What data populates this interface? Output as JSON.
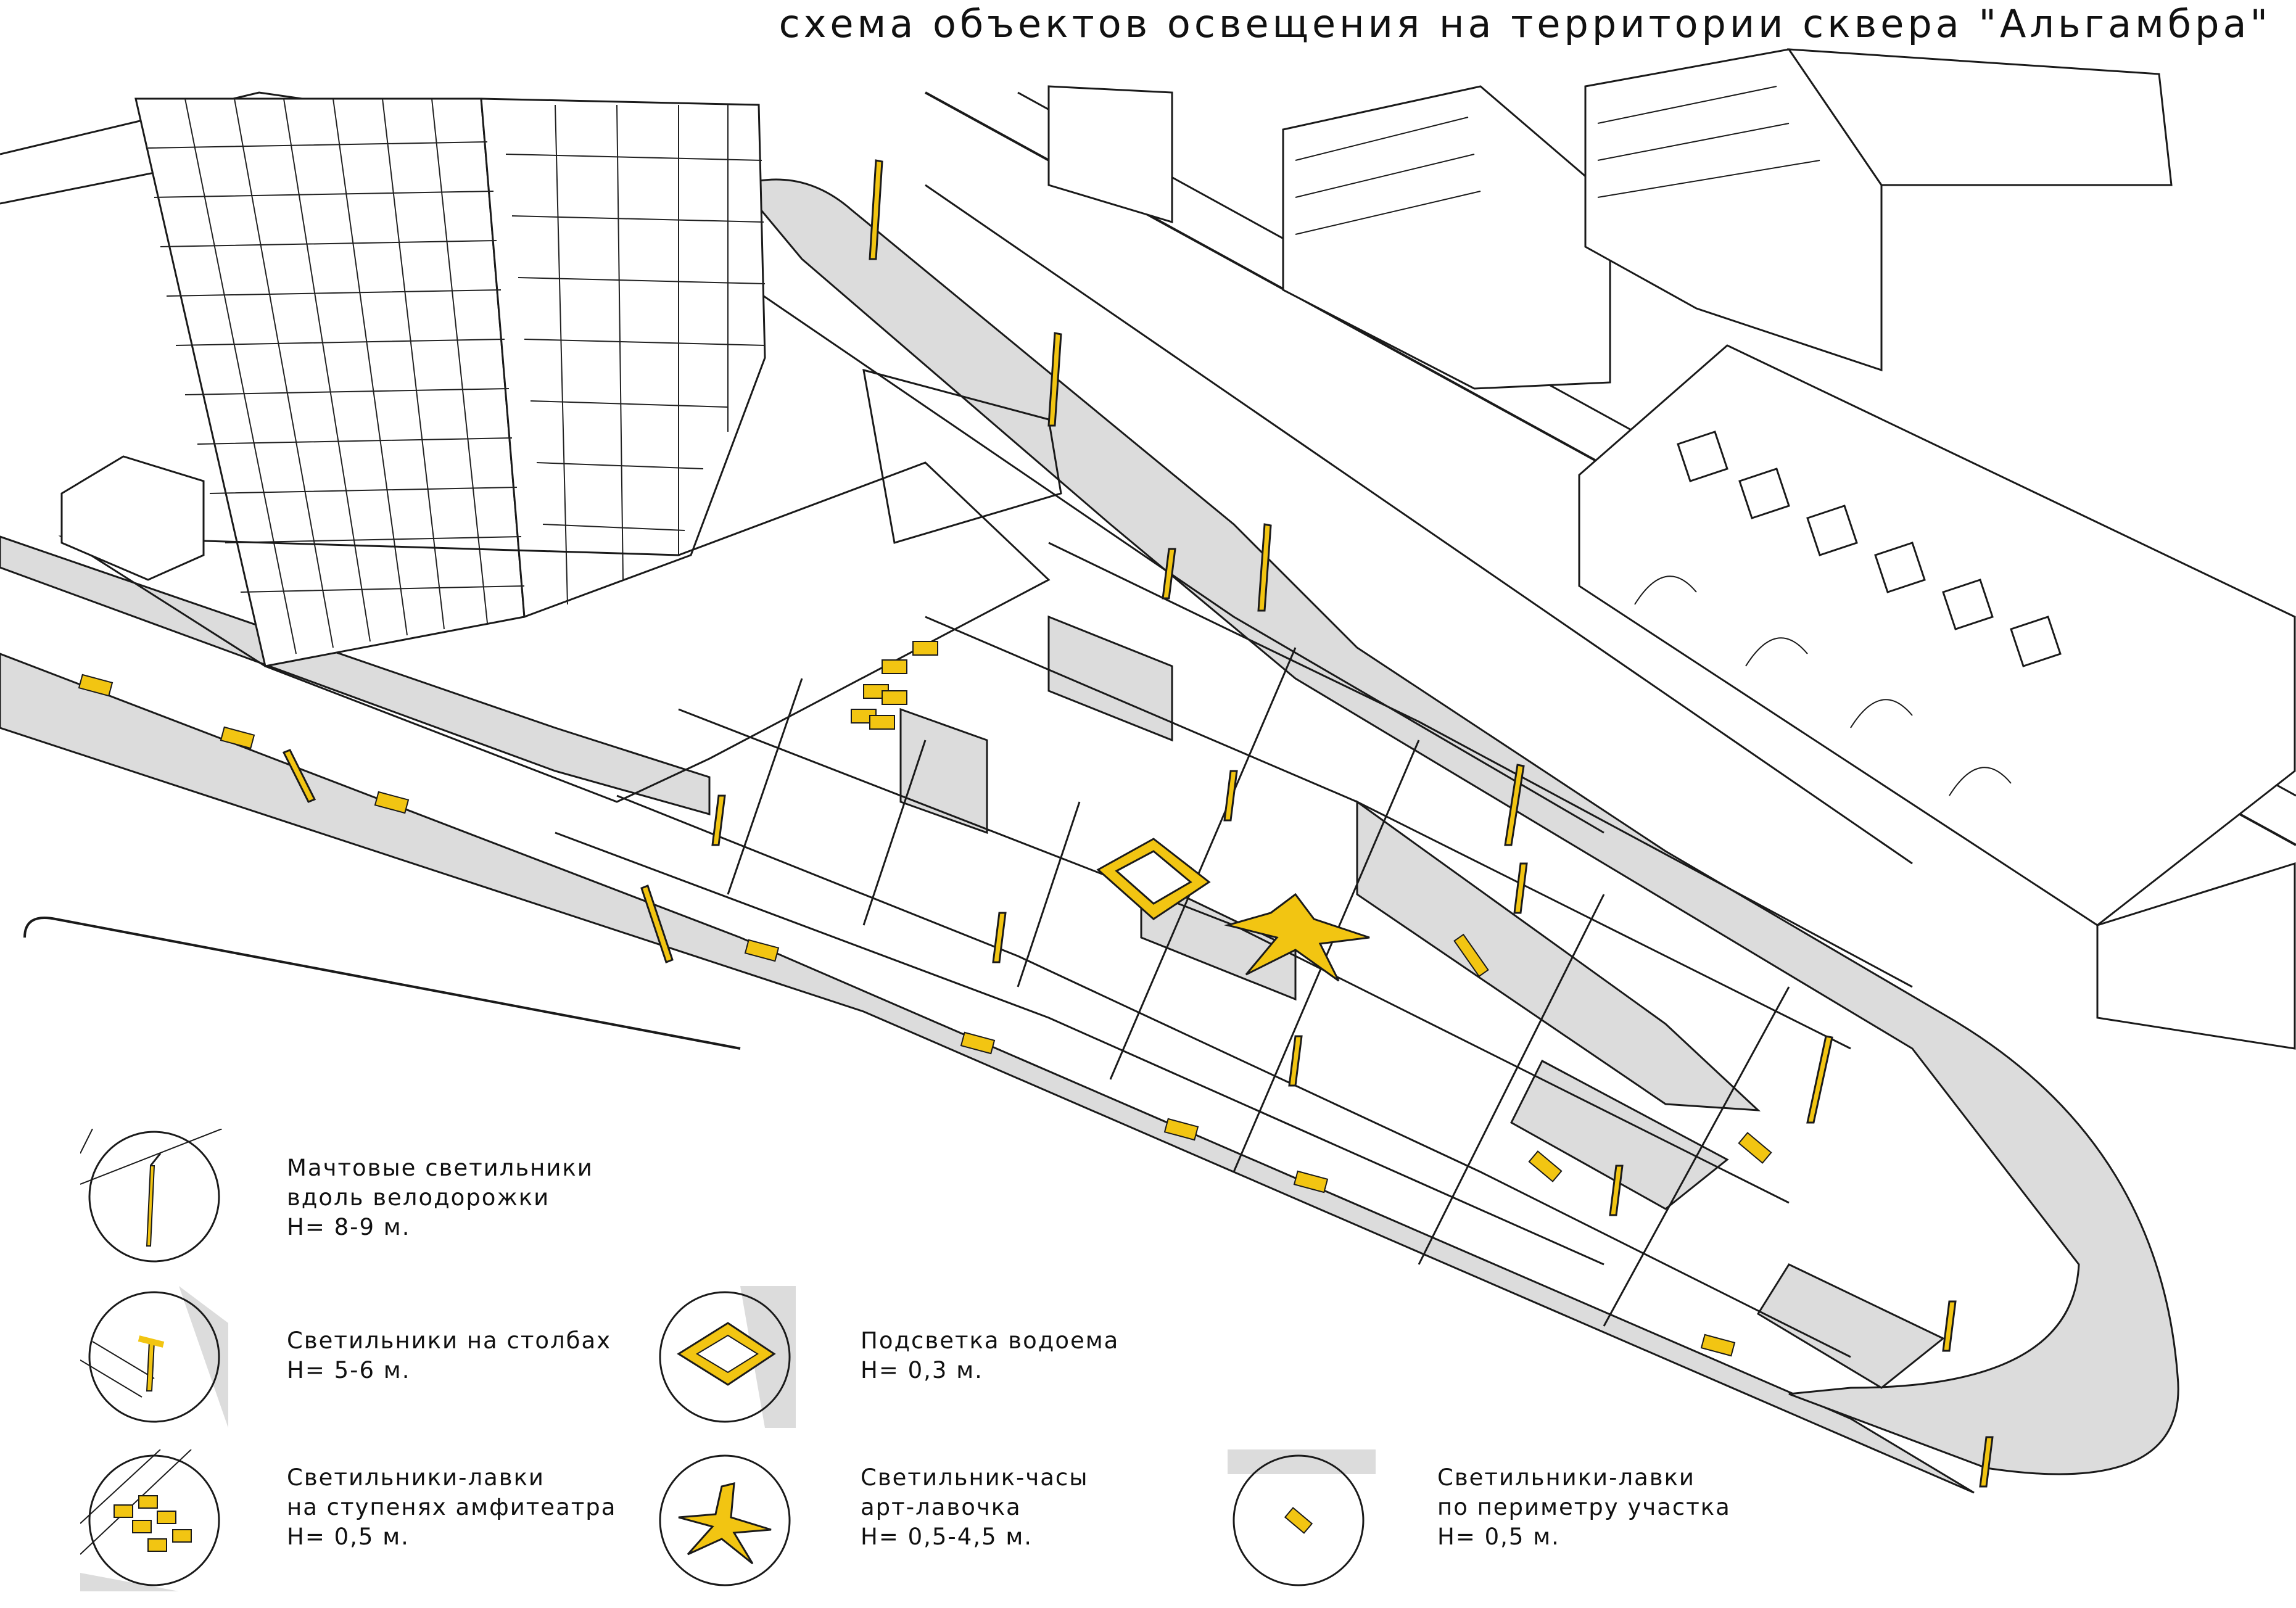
{
  "title": "схема объектов освещения на территории сквера \"Альгамбра\"",
  "colors": {
    "accent": "#F2C512",
    "pavement": "#DCDCDC",
    "line": "#1A1A1A",
    "background": "#FFFFFF"
  },
  "legend": [
    {
      "icon": "mast-light-icon",
      "lines": [
        "Мачтовые светильники",
        "вдоль велодорожки",
        "Н= 8-9 м."
      ]
    },
    {
      "icon": "pole-light-icon",
      "lines": [
        "Светильники на столбах",
        "Н= 5-6 м."
      ]
    },
    {
      "icon": "pond-light-icon",
      "lines": [
        "Подсветка водоема",
        "Н= 0,3 м."
      ]
    },
    {
      "icon": "amphitheater-bench-light-icon",
      "lines": [
        "Светильники-лавки",
        "на ступенях амфитеатра",
        "Н= 0,5 м."
      ]
    },
    {
      "icon": "clock-light-icon",
      "lines": [
        "Светильник-часы",
        "арт-лавочка",
        "Н= 0,5-4,5 м."
      ]
    },
    {
      "icon": "perimeter-bench-light-icon",
      "lines": [
        "Светильники-лавки",
        "по периметру участка",
        "Н= 0,5 м."
      ]
    }
  ]
}
